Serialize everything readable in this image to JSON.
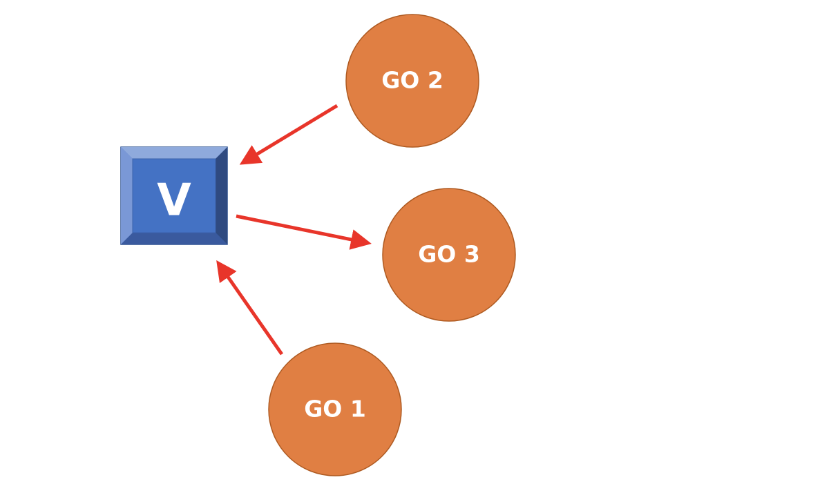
{
  "diagram": {
    "v_node": {
      "label": "V",
      "color_face": "#4472C4",
      "color_border": "#2F528F"
    },
    "go_nodes": [
      {
        "id": "go2",
        "label": "GO 2"
      },
      {
        "id": "go3",
        "label": "GO 3"
      },
      {
        "id": "go1",
        "label": "GO 1"
      }
    ],
    "go_color": "#E07F43",
    "go_border": "#AE5A21",
    "arrow_color": "#E8352A",
    "edges": [
      {
        "from": "GO 2",
        "to": "V"
      },
      {
        "from": "V",
        "to": "GO 3"
      },
      {
        "from": "GO 1",
        "to": "V"
      }
    ]
  }
}
